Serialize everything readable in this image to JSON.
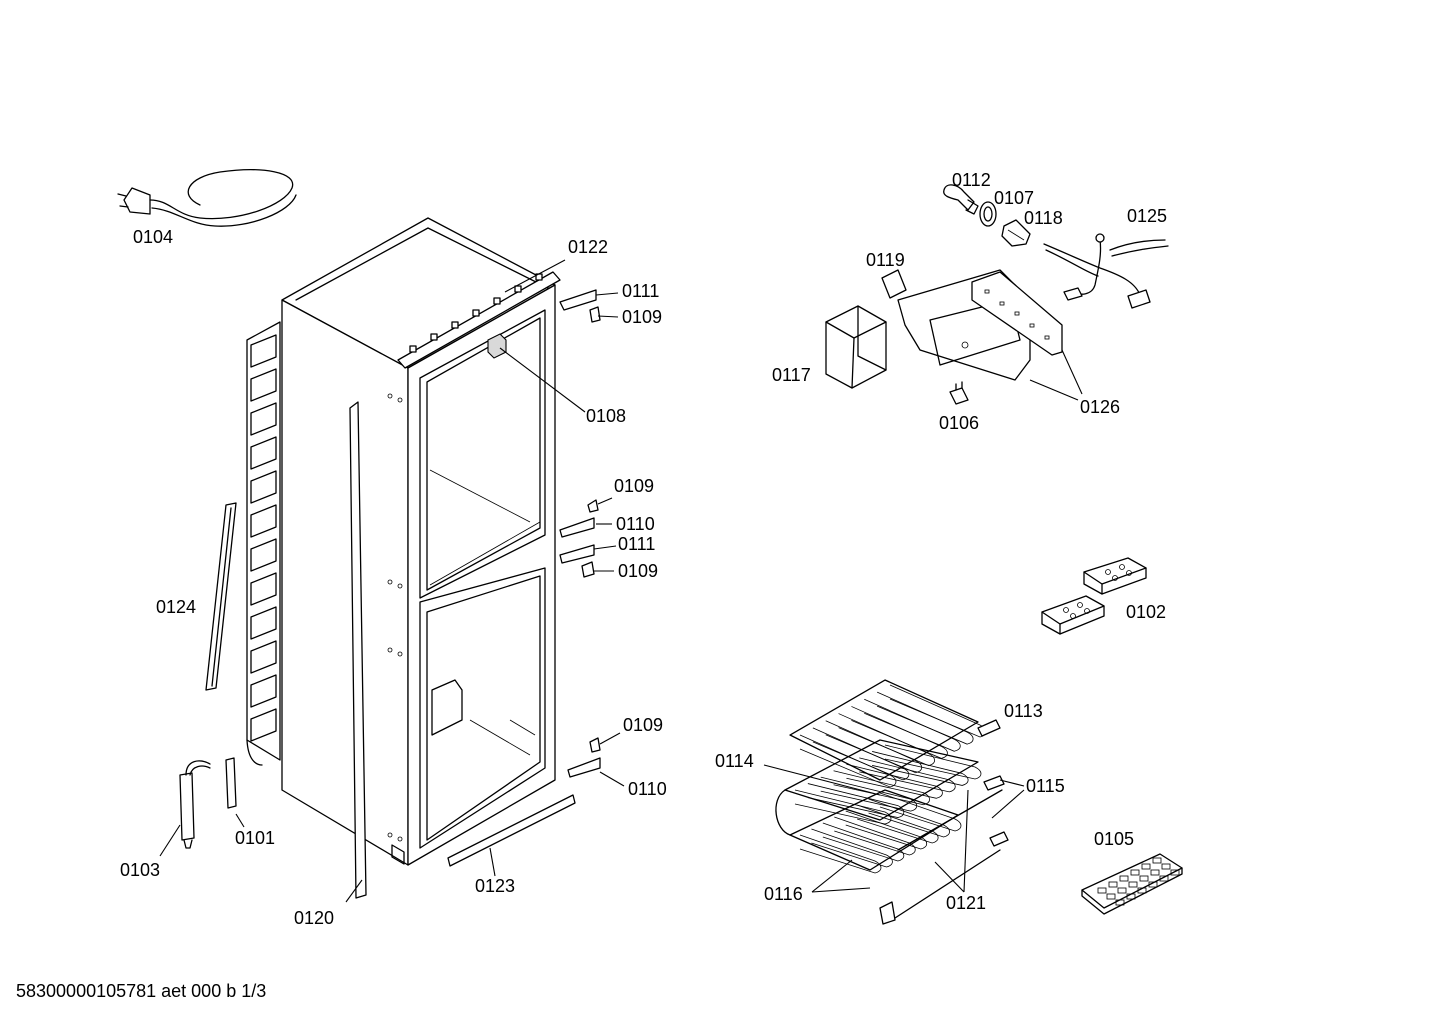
{
  "callouts": [
    {
      "id": "0104",
      "text": "0104"
    },
    {
      "id": "0122",
      "text": "0122"
    },
    {
      "id": "0111a",
      "text": "0111"
    },
    {
      "id": "0109a",
      "text": "0109"
    },
    {
      "id": "0108",
      "text": "0108"
    },
    {
      "id": "0109b",
      "text": "0109"
    },
    {
      "id": "0110a",
      "text": "0110"
    },
    {
      "id": "0111b",
      "text": "0111"
    },
    {
      "id": "0109c",
      "text": "0109"
    },
    {
      "id": "0124",
      "text": "0124"
    },
    {
      "id": "0109d",
      "text": "0109"
    },
    {
      "id": "0110b",
      "text": "0110"
    },
    {
      "id": "0101",
      "text": "0101"
    },
    {
      "id": "0103",
      "text": "0103"
    },
    {
      "id": "0123",
      "text": "0123"
    },
    {
      "id": "0120",
      "text": "0120"
    },
    {
      "id": "0112",
      "text": "0112"
    },
    {
      "id": "0107",
      "text": "0107"
    },
    {
      "id": "0118",
      "text": "0118"
    },
    {
      "id": "0125",
      "text": "0125"
    },
    {
      "id": "0119",
      "text": "0119"
    },
    {
      "id": "0117",
      "text": "0117"
    },
    {
      "id": "0126",
      "text": "0126"
    },
    {
      "id": "0106",
      "text": "0106"
    },
    {
      "id": "0102",
      "text": "0102"
    },
    {
      "id": "0113",
      "text": "0113"
    },
    {
      "id": "0114",
      "text": "0114"
    },
    {
      "id": "0115",
      "text": "0115"
    },
    {
      "id": "0105",
      "text": "0105"
    },
    {
      "id": "0116",
      "text": "0116"
    },
    {
      "id": "0121",
      "text": "0121"
    }
  ],
  "footer": {
    "text": "58300000105781 aet 000 b 1/3"
  }
}
